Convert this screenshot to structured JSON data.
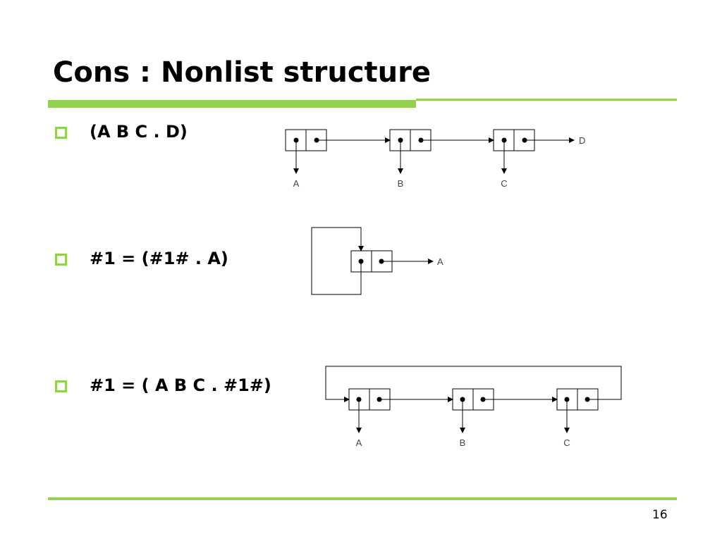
{
  "slide": {
    "title": "Cons : Nonlist structure",
    "page_number": "16"
  },
  "items": [
    {
      "text": "(A B C . D)"
    },
    {
      "text": "#1 = (#1# . A)"
    },
    {
      "text": "#1 = ( A B C . #1#)"
    }
  ],
  "diagrams": {
    "d1": {
      "car_labels": [
        "A",
        "B",
        "C"
      ],
      "cdr_label": "D"
    },
    "d2": {
      "cdr_label": "A"
    },
    "d3": {
      "car_labels": [
        "A",
        "B",
        "C"
      ]
    }
  },
  "colors": {
    "accent": "#92d050",
    "line": "#000000",
    "label": "#444444"
  }
}
